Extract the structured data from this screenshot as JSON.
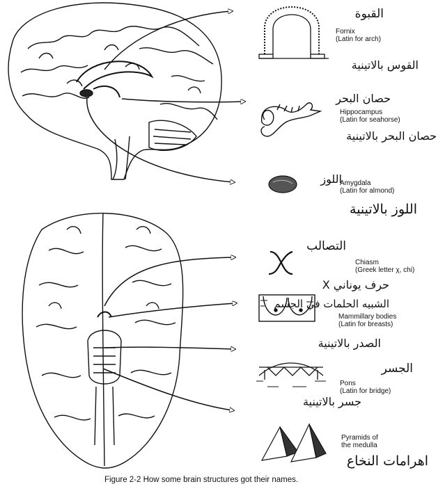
{
  "figure": {
    "caption": "Figure 2-2   How some brain structures got their names.",
    "structures": [
      {
        "key": "fornix",
        "term": "Fornix",
        "desc": "(Latin for arch)",
        "arabic_name": "القبوة",
        "arabic_desc": "القوس بالاتينية"
      },
      {
        "key": "hippocampus",
        "term": "Hippocampus",
        "desc": "(Latin for seahorse)",
        "arabic_name": "حصان البحر",
        "arabic_desc": "حصان البحر بالاتينية"
      },
      {
        "key": "amygdala",
        "term": "Amygdala",
        "desc": "(Latin for almond)",
        "arabic_name": "اللوز",
        "arabic_desc": "اللوز بالاتينية"
      },
      {
        "key": "chiasm",
        "term": "Chiasm",
        "desc": "(Greek letter χ, chi)",
        "arabic_name": "التصالب",
        "arabic_desc": "حرف يوناني X"
      },
      {
        "key": "mammillary",
        "term": "Mammillary bodies",
        "desc": "(Latin for breasts)",
        "arabic_name": "الشبيه الحلمات في الجسم",
        "arabic_desc": "الصدر بالاتينية"
      },
      {
        "key": "pons",
        "term": "Pons",
        "desc": "(Latin for bridge)",
        "arabic_name": "الجسر",
        "arabic_desc": "جسر بالاتينية"
      },
      {
        "key": "pyramids",
        "term": "Pyramids of",
        "desc": "the medulla",
        "arabic_name": "",
        "arabic_desc": "اهرامات النخاع"
      }
    ]
  },
  "icons": [
    "arch-icon",
    "seahorse-icon",
    "almond-icon",
    "chi-letter-icon",
    "breasts-icon",
    "bridge-icon",
    "pyramids-icon"
  ],
  "colors": {
    "ink": "#111111",
    "paper": "#ffffff"
  }
}
